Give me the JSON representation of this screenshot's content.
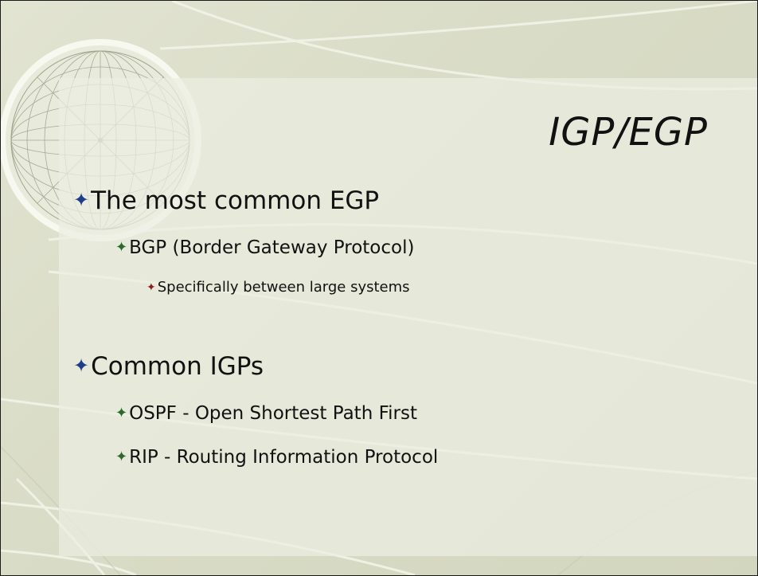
{
  "slide": {
    "title": "IGP/EGP",
    "bullets": [
      {
        "level": 1,
        "text": "The most common EGP"
      },
      {
        "level": 2,
        "text": "BGP (Border Gateway Protocol)"
      },
      {
        "level": 3,
        "text": "Specifically between large systems"
      },
      {
        "level": 1,
        "text": "Common IGPs"
      },
      {
        "level": 2,
        "text": "OSPF - Open Shortest Path First"
      },
      {
        "level": 2,
        "text": "RIP - Routing Information Protocol"
      }
    ]
  },
  "colors": {
    "background": "#dcdfc9",
    "level1_marker": "#1d3f8a",
    "level2_marker": "#2c6a2a",
    "level3_marker": "#8a1f1f",
    "text": "#111111"
  },
  "icons": {
    "level1_marker": "four-point-star-icon",
    "level2_marker": "four-point-star-icon",
    "level3_marker": "four-point-star-icon",
    "decoration": "wireframe-globe-icon"
  }
}
